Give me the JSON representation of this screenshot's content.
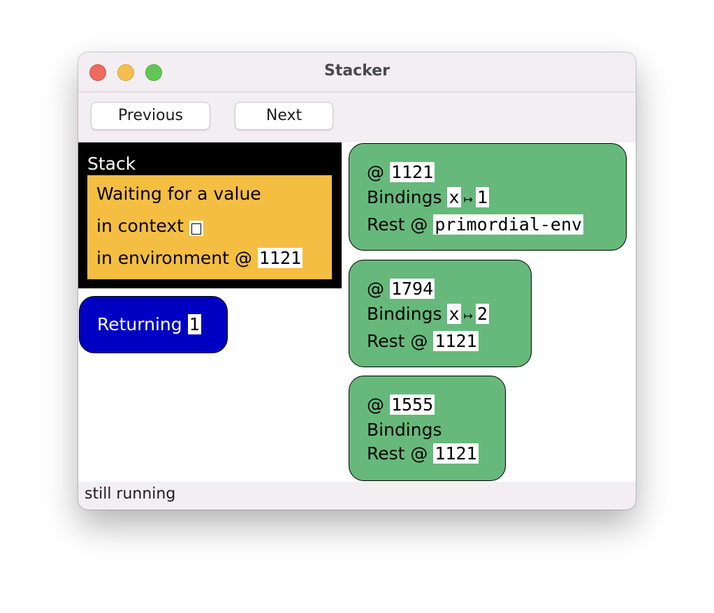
{
  "window": {
    "title": "Stacker"
  },
  "toolbar": {
    "previous_label": "Previous",
    "next_label": "Next"
  },
  "stack": {
    "title": "Stack",
    "waiting": {
      "line1": "Waiting for a value",
      "line2_prefix": "in context",
      "line3_prefix": "in environment @",
      "env_ref": "1121"
    }
  },
  "returning": {
    "label": "Returning",
    "value": "1"
  },
  "environments": [
    {
      "address": "1121",
      "bindings_label": "Bindings",
      "binding_name": "x",
      "binding_value": "1",
      "rest_label": "Rest @",
      "rest_ref": "primordial-env"
    },
    {
      "address": "1794",
      "bindings_label": "Bindings",
      "binding_name": "x",
      "binding_value": "2",
      "rest_label": "Rest @",
      "rest_ref": "1121"
    },
    {
      "address": "1555",
      "bindings_label": "Bindings",
      "rest_label": "Rest @",
      "rest_ref": "1121"
    }
  ],
  "env_at_label": "@",
  "map_arrow": "↦",
  "status": "still running",
  "colors": {
    "stack_bg": "#000000",
    "waiting_bg": "#f4be43",
    "returning_bg": "#0000c2",
    "env_bg": "#66b97b"
  }
}
